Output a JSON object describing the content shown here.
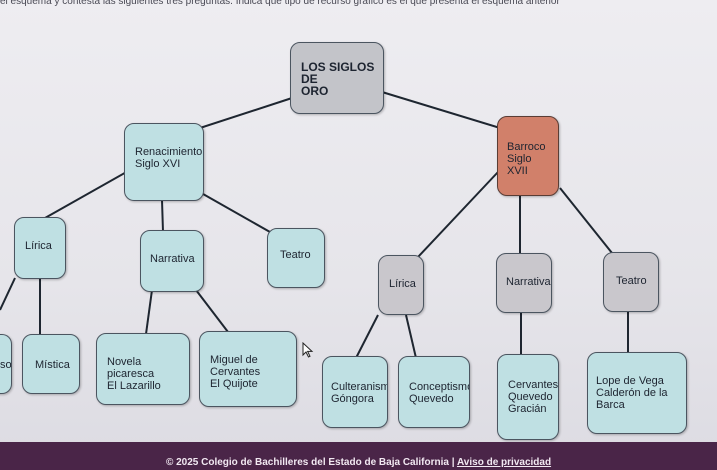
{
  "instructions": "el esquema y contesta las siguientes tres preguntas. Indica qué tipo de recurso gráfico es el que presenta el esquema anterior",
  "root": {
    "line1": "LOS SIGLOS DE",
    "line2": "ORO"
  },
  "renacimiento": {
    "line1": "Renacimiento",
    "line2": "Siglo XVI"
  },
  "barroco": {
    "line1": "Barroco",
    "line2": "Siglo XVII"
  },
  "renacimiento_children": {
    "lirica": "Lírica",
    "narrativa": "Narrativa",
    "teatro": "Teatro"
  },
  "renacimiento_leaves": {
    "cut_left": "so",
    "mistica": "Mística",
    "picaresca": {
      "line1": "Novela picaresca",
      "line2": "El Lazarillo"
    },
    "cervantes": {
      "line1": "Miguel de Cervantes",
      "line2": "El Quijote"
    }
  },
  "barroco_children": {
    "lirica": "Lírica",
    "narrativa": "Narrativa",
    "teatro": "Teatro"
  },
  "barroco_leaves": {
    "culteranismo": {
      "line1": "Culteranismo",
      "line2": "Góngora"
    },
    "conceptismo": {
      "line1": "Conceptismo",
      "line2": "Quevedo"
    },
    "narrativa": {
      "line1": "Cervantes",
      "line2": "Quevedo",
      "line3": "Gracián"
    },
    "teatro": {
      "line1": "Lope de Vega",
      "line2": "Calderón de la Barca"
    }
  },
  "footer": {
    "text": "© 2025 Colegio de Bachilleres del Estado de Baja California | ",
    "link": "Aviso de privacidad"
  },
  "colors": {
    "teal_box": "#bfe0e3",
    "grey_box": "#c9c7cc",
    "barroco_box": "#d1806a",
    "footer_bg": "#4a2548"
  }
}
